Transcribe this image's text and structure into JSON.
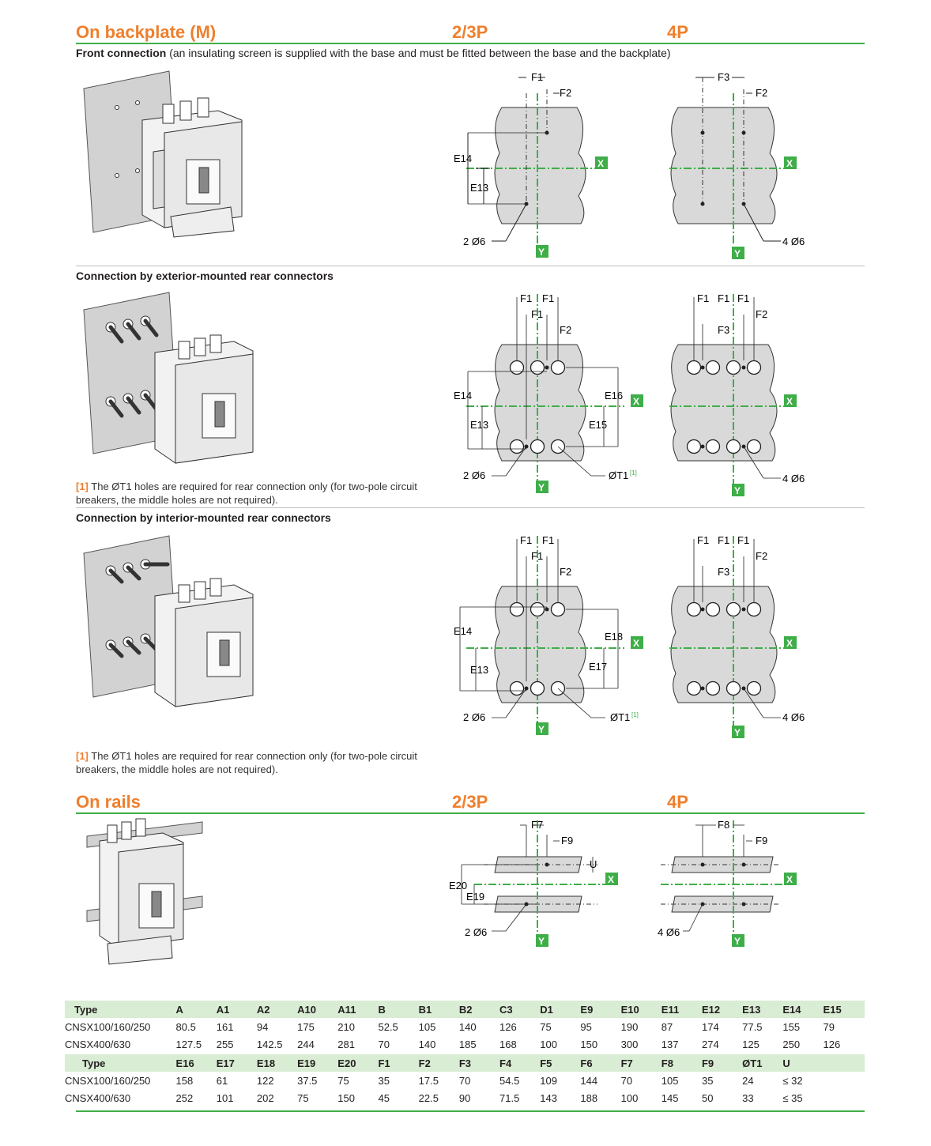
{
  "backplate": {
    "title": "On backplate (M)",
    "col_23p": "2/3P",
    "col_4p": "4P",
    "front": {
      "heading": "Front connection",
      "heading_rest": " (an insulating screen is supplied with the base and must be fitted between the base and the backplate)"
    },
    "exterior_heading": "Connection by exterior-mounted rear connectors",
    "interior_heading": "Connection by interior-mounted rear connectors",
    "note_ref": "[1]",
    "note_text": " The ØT1 holes are required for rear connection only (for two-pole circuit breakers, the middle holes are not required)."
  },
  "rails": {
    "title": "On rails",
    "col_23p": "2/3P",
    "col_4p": "4P"
  },
  "labels": {
    "F1": "F1",
    "F2": "F2",
    "F3": "F3",
    "F7": "F7",
    "F8": "F8",
    "F9": "F9",
    "E13": "E13",
    "E14": "E14",
    "E15": "E15",
    "E16": "E16",
    "E17": "E17",
    "E18": "E18",
    "E19": "E19",
    "E20": "E20",
    "U": "U",
    "X": "X",
    "Y": "Y",
    "hole2": "2 Ø6",
    "hole4": "4 Ø6",
    "T1": "ØT1",
    "T1ref": "[1]"
  },
  "table1": {
    "headers": [
      "Type",
      "A",
      "A1",
      "A2",
      "A10",
      "A11",
      "B",
      "B1",
      "B2",
      "C3",
      "D1",
      "E9",
      "E10",
      "E11",
      "E12",
      "E13",
      "E14",
      "E15"
    ],
    "rows": [
      [
        "CNSX100/160/250",
        "80.5",
        "161",
        "94",
        "175",
        "210",
        "52.5",
        "105",
        "140",
        "126",
        "75",
        "95",
        "190",
        "87",
        "174",
        "77.5",
        "155",
        "79"
      ],
      [
        "CNSX400/630",
        "127.5",
        "255",
        "142.5",
        "244",
        "281",
        "70",
        "140",
        "185",
        "168",
        "100",
        "150",
        "300",
        "137",
        "274",
        "125",
        "250",
        "126"
      ]
    ]
  },
  "table2": {
    "headers": [
      "Type",
      "E16",
      "E17",
      "E18",
      "E19",
      "E20",
      "F1",
      "F2",
      "F3",
      "F4",
      "F5",
      "F6",
      "F7",
      "F8",
      "F9",
      "ØT1",
      "U"
    ],
    "rows": [
      [
        "CNSX100/160/250",
        "158",
        "61",
        "122",
        "37.5",
        "75",
        "35",
        "17.5",
        "70",
        "54.5",
        "109",
        "144",
        "70",
        "105",
        "35",
        "24",
        "≤ 32"
      ],
      [
        "CNSX400/630",
        "252",
        "101",
        "202",
        "75",
        "150",
        "45",
        "22.5",
        "90",
        "71.5",
        "143",
        "188",
        "100",
        "145",
        "50",
        "33",
        "≤ 35"
      ]
    ]
  },
  "colors": {
    "accent": "#ee7f2d",
    "green": "#3fae49",
    "table_header": "#d9ecd4"
  }
}
